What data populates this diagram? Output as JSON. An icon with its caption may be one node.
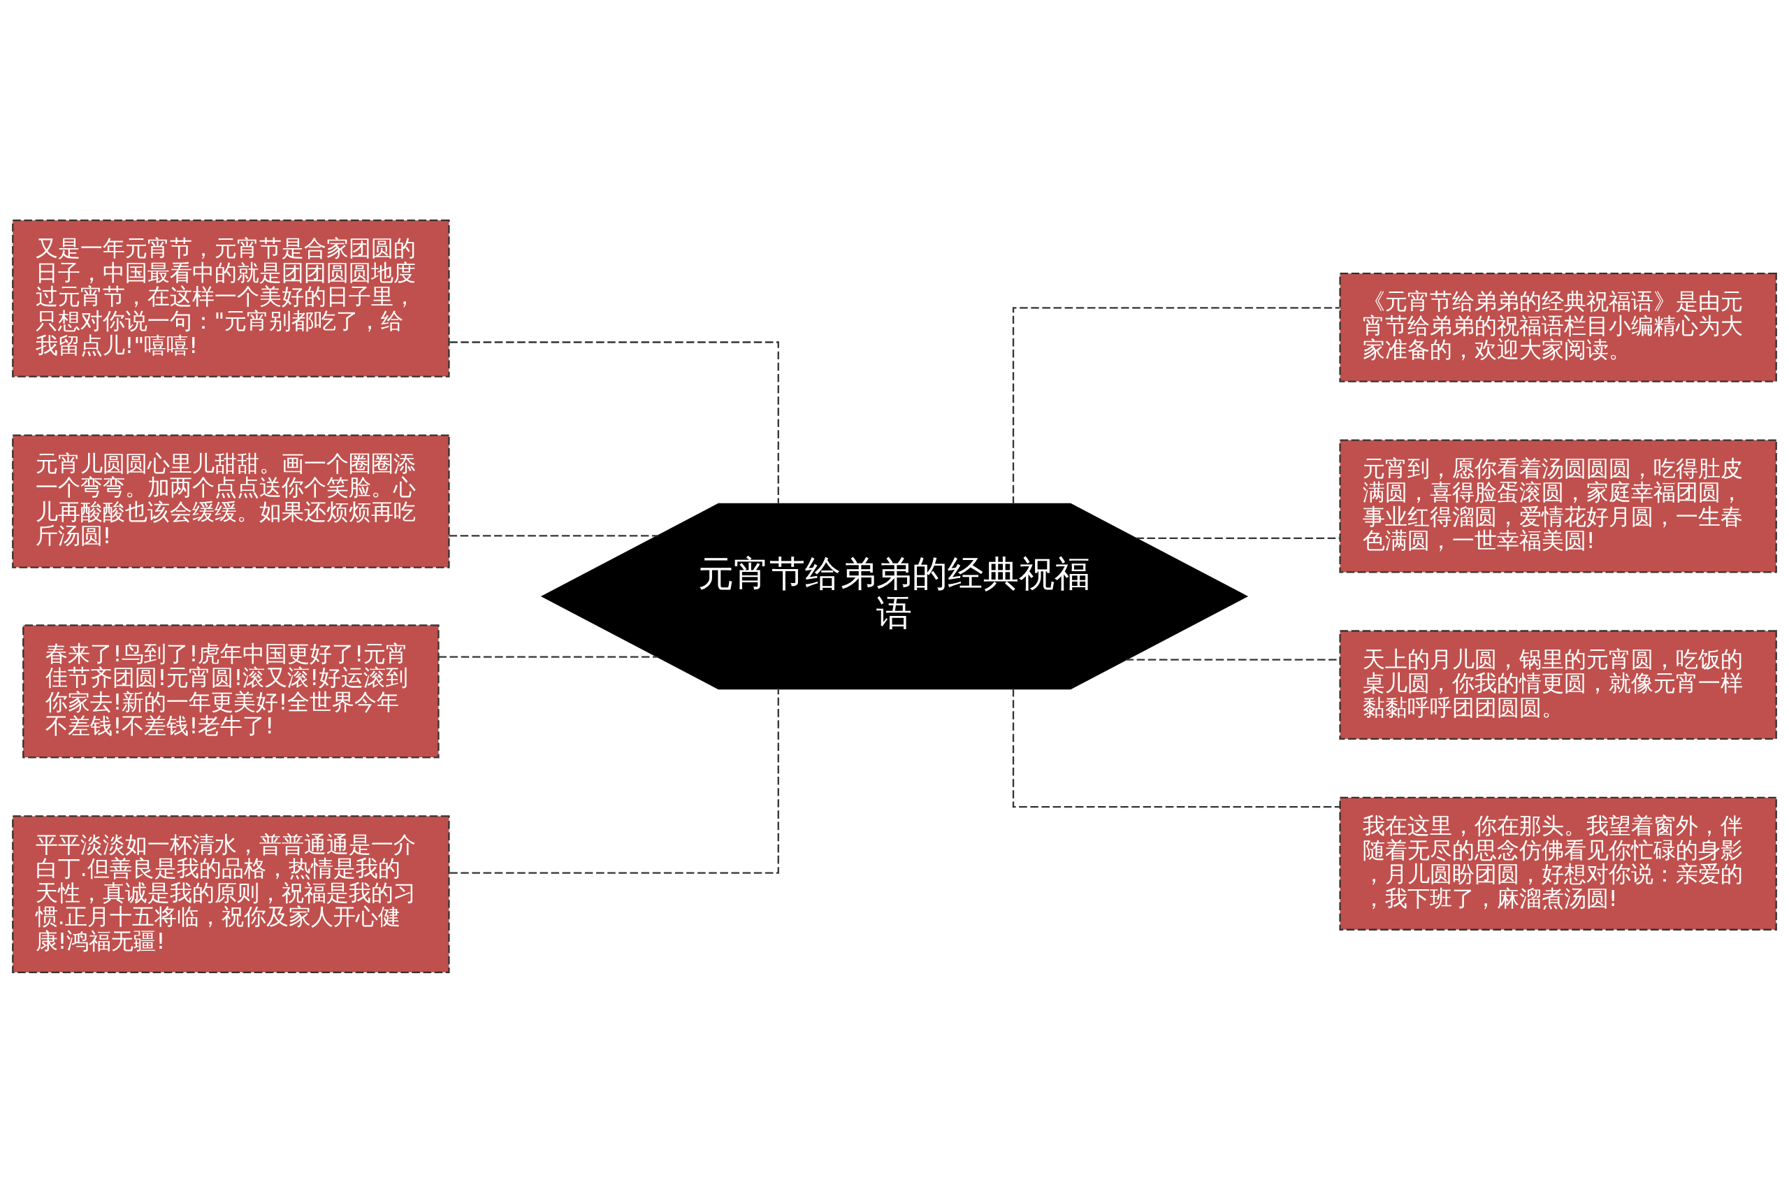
{
  "diagram": {
    "nodes": [
      {
        "text": [
          "元宵节给弟弟的经典祝福语"
        ]
      },
      {
        "text": [
          "又是一年元宵节，元宵节是合家团圆的日子，中国最看中的就是团团圆圆地度过元宵节，在这样一个美好的日子里，只想对你说一句：\"元宵别都吃了，给我留点儿!\"嘻嘻!"
        ]
      },
      {
        "text": [
          "元宵儿圆圆心里儿甜甜。画一个圈圈添一个弯弯。加两个点点送你个笑脸。心儿再酸酸也该会缓缓。如果还烦烦再吃斤汤圆!"
        ]
      },
      {
        "text": [
          "春来了!鸟到了!虎年中国更好了!元宵佳节齐团圆!元宵圆!滚又滚!好运滚到你家去!新的一年更美好!全世界今年不差钱!不差钱!老牛了!"
        ]
      },
      {
        "text": [
          "平平淡淡如一杯清水，普普通通是一介白丁.但善良是我的品格，热情是我的天性，真诚是我的原则，祝福是我的习惯.正月十五将临，祝你及家人开心健康!鸿福无疆!"
        ]
      },
      {
        "text": [
          "《元宵节给弟弟的经典祝福语》是由元宵节给弟弟的祝福语栏目小编精心为大家准备的，欢迎大家阅读。"
        ]
      },
      {
        "text": [
          "元宵到，愿你看着汤圆圆圆，吃得肚皮满圆，喜得脸蛋滚圆，家庭幸福团圆，事业红得溜圆，爱情花好月圆，一生春色满圆，一世幸福美圆!"
        ]
      },
      {
        "text": [
          "天上的月儿圆，锅里的元宵圆，吃饭的桌儿圆，你我的情更圆，就像元宵一样黏黏呼呼团团圆圆。"
        ]
      },
      {
        "text": [
          "我在这里，你在那头。我望着窗外，伴随着无尽的思念仿佛看见你忙碌的身影，月儿圆盼团圆，好想对你说：亲爱的，我下班了，麻溜煮汤圆!"
        ]
      }
    ],
    "edges": [
      {
        "from": 0,
        "to": 1,
        "arrow": "none",
        "style": "dashed"
      },
      {
        "from": 0,
        "to": 2,
        "arrow": "none",
        "style": "dashed"
      },
      {
        "from": 0,
        "to": 3,
        "arrow": "none",
        "style": "dashed"
      },
      {
        "from": 0,
        "to": 4,
        "arrow": "none",
        "style": "dashed"
      },
      {
        "from": 0,
        "to": 5,
        "arrow": "none",
        "style": "dashed"
      },
      {
        "from": 0,
        "to": 6,
        "arrow": "none",
        "style": "dashed"
      },
      {
        "from": 0,
        "to": 7,
        "arrow": "none",
        "style": "dashed"
      },
      {
        "from": 0,
        "to": 8,
        "arrow": "none",
        "style": "dashed"
      }
    ]
  }
}
